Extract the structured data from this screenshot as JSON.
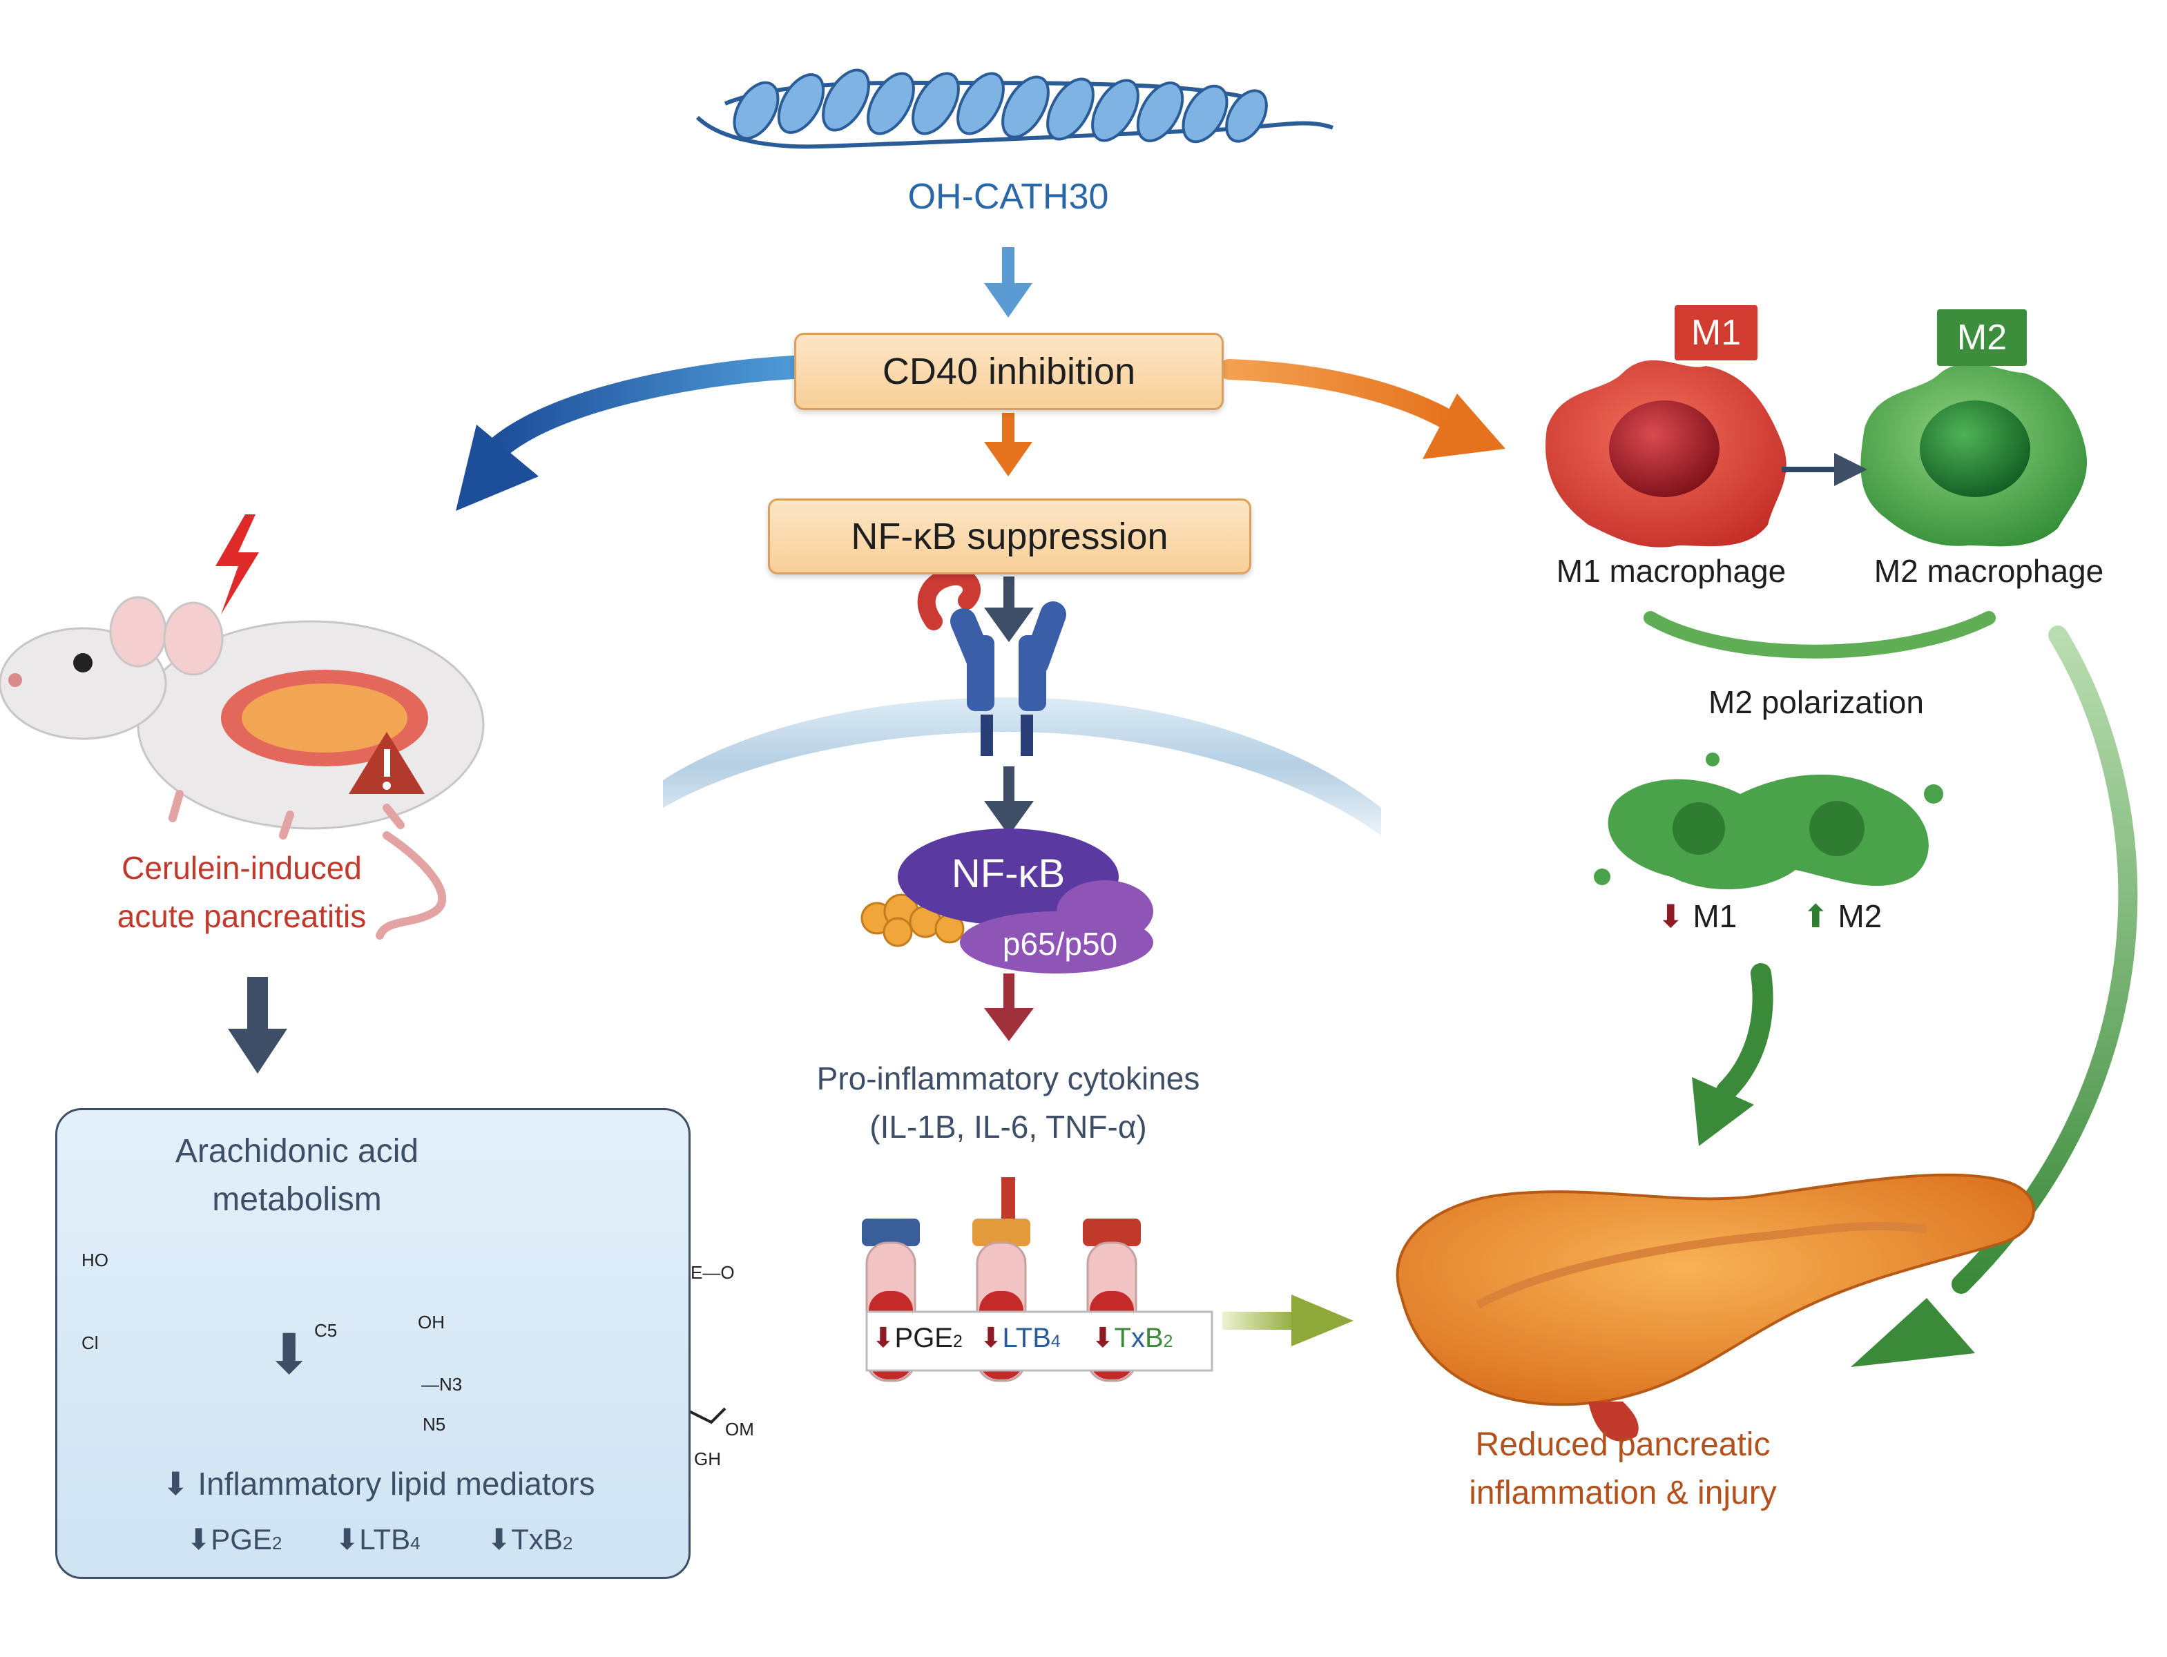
{
  "top": {
    "peptide_label": "OH-CATH30"
  },
  "center": {
    "box1": "CD40 inhibition",
    "box2": "NF-κB suppression",
    "nfkb_label": "NF-κB",
    "subunit_label": "p65/p50",
    "cytokines_line1": "Pro-inflammatory cytokines",
    "cytokines_line2": "(IL-1B, IL-6, TNF-α)",
    "tubes": {
      "t1": {
        "arrow": "⬇",
        "label": "PGE",
        "sub": "2"
      },
      "t2": {
        "arrow": "⬇",
        "label": "LTB",
        "sub": "4"
      },
      "t3": {
        "arrow": "⬇",
        "label_a": "T",
        "label_b": "x",
        "label_c": "B",
        "sub": "2"
      }
    }
  },
  "left": {
    "mouse_label_line1": "Cerulein-induced",
    "mouse_label_line2": "acute pancreatitis",
    "panel_title_line1": "Arachidonic acid",
    "panel_title_line2": "metabolism",
    "chem": {
      "ho": "HO",
      "cl": "Cl",
      "c5": "C5",
      "oh": "OH",
      "gh": "GH",
      "om": "OM",
      "e_o": "E—O",
      "n3": "—N3",
      "n5": "N5"
    },
    "mediators_arrow": "⬇",
    "mediators_label": "Inflammatory lipid mediators",
    "m1": {
      "arrow": "⬇",
      "label": "PGE",
      "sub": "2"
    },
    "m2": {
      "arrow": "⬇",
      "label": "LTB",
      "sub": "4"
    },
    "m3": {
      "arrow": "⬇",
      "label": "TxB",
      "sub": "2"
    }
  },
  "right": {
    "m1_badge": "M1",
    "m2_badge": "M2",
    "m1_cell_label": "M1 macrophage",
    "m2_cell_label": "M2 macrophage",
    "polarization_label": "M2 polarization",
    "down_m1_arrow": "⬇",
    "down_m1_label": "M1",
    "up_m2_arrow": "⬆",
    "up_m2_label": "M2",
    "outcome_line1": "Reduced pancreatic",
    "outcome_line2": "inflammation & injury"
  },
  "icons": [
    "peptide-helix-icon",
    "lightning-icon",
    "warning-icon",
    "mouse-icon",
    "receptor-icon",
    "membrane-icon",
    "nfkb-complex-icon",
    "blood-tube-icon",
    "macrophage-icon",
    "pancreas-icon"
  ],
  "colors": {
    "blue_text": "#2a67a8",
    "red_text": "#c0392b",
    "orange_text": "#b4501c",
    "navy": "#3d4e66",
    "dark_red": "#8e1b24",
    "green": "#3a8a3a",
    "m1_badge": "#d23b30",
    "m2_badge": "#3c8d3c",
    "box_fill": "#fbdcb0",
    "purple": "#5a3aa0"
  }
}
